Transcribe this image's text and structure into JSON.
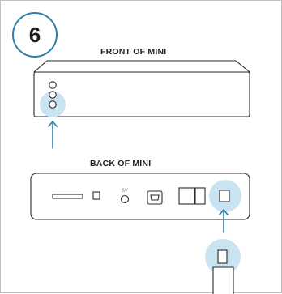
{
  "step": {
    "number": "6"
  },
  "labels": {
    "front": "FRONT OF MINI",
    "back": "BACK OF MINI"
  },
  "back_ports": {
    "small_label": "5V"
  },
  "colors": {
    "highlight_fill": "#c9e3f1",
    "arrow": "#2f7ea6",
    "outline": "#2a2a2a",
    "badge_border": "#2f7ea6"
  }
}
